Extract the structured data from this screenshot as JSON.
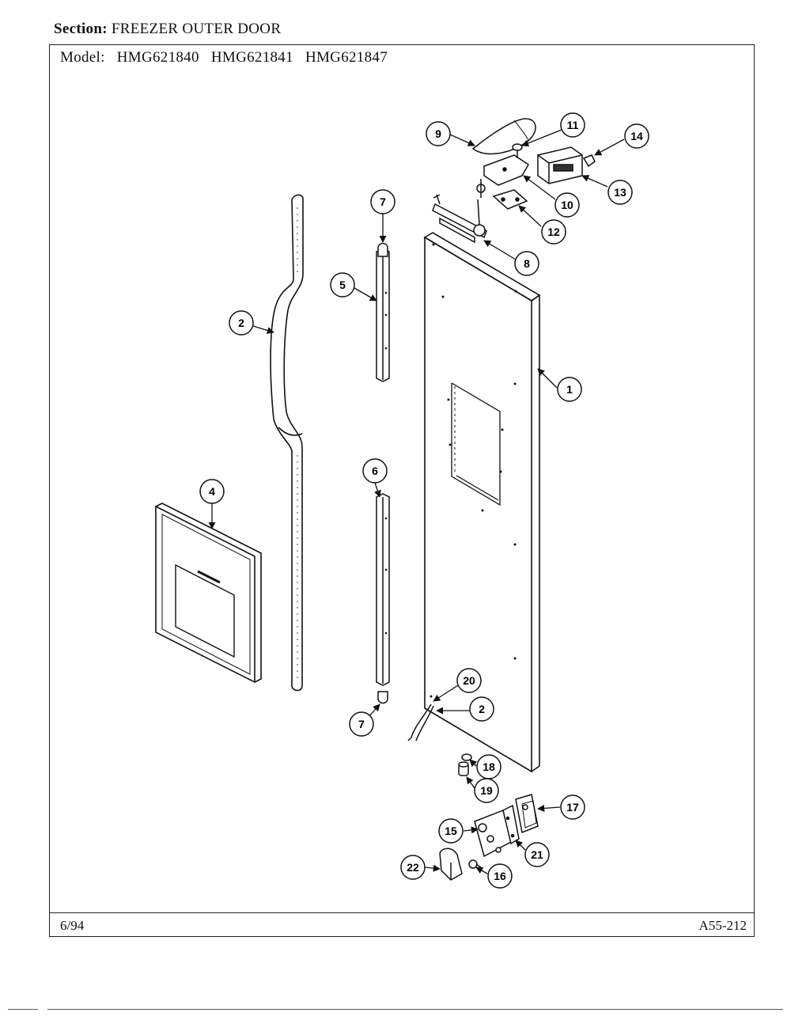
{
  "header": {
    "section_label": "Section:",
    "section_value": "FREEZER OUTER DOOR",
    "model_label": "Model:",
    "models": [
      "HMG621840",
      "HMG621841",
      "HMG621847"
    ]
  },
  "footer": {
    "date": "6/94",
    "code": "A55-212"
  },
  "callouts": {
    "c1": "1",
    "c2a": "2",
    "c2b": "2",
    "c4": "4",
    "c5": "5",
    "c6": "6",
    "c7a": "7",
    "c7b": "7",
    "c8": "8",
    "c9": "9",
    "c10": "10",
    "c11": "11",
    "c12": "12",
    "c13": "13",
    "c14": "14",
    "c15": "15",
    "c16": "16",
    "c17": "17",
    "c18": "18",
    "c19": "19",
    "c20": "20",
    "c21": "21",
    "c22": "22"
  }
}
